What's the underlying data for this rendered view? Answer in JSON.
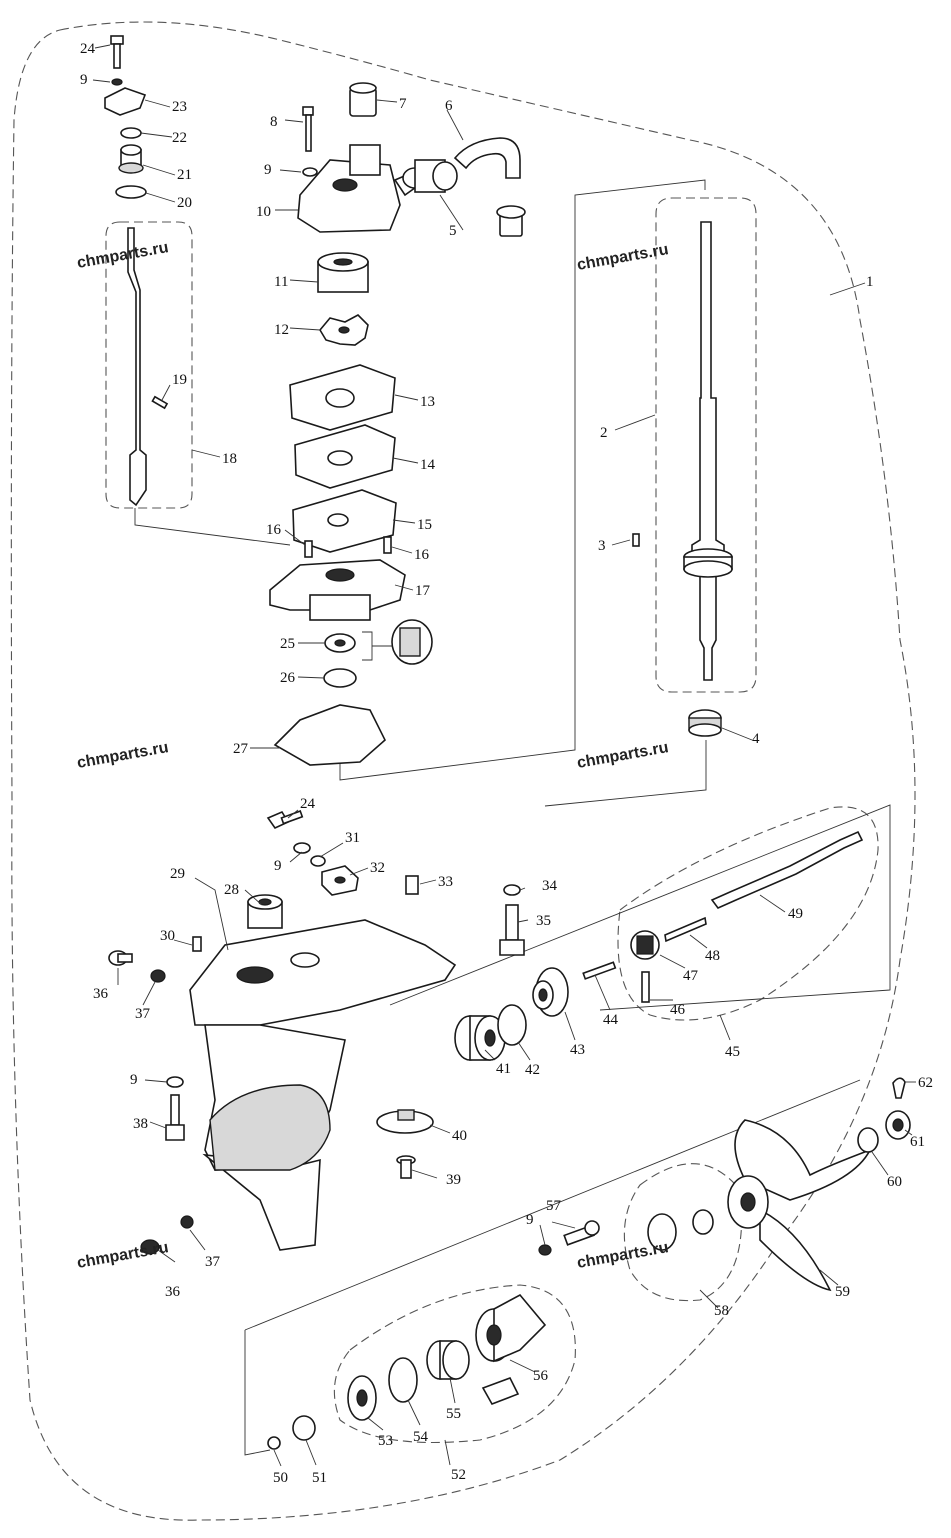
{
  "watermark": {
    "text": "chmparts.ru",
    "instances": [
      {
        "id": "wm-1"
      },
      {
        "id": "wm-2"
      },
      {
        "id": "wm-3"
      },
      {
        "id": "wm-4"
      },
      {
        "id": "wm-5"
      },
      {
        "id": "wm-6"
      }
    ]
  },
  "callouts": [
    {
      "id": "c1",
      "label": "1"
    },
    {
      "id": "c2",
      "label": "2"
    },
    {
      "id": "c3",
      "label": "3"
    },
    {
      "id": "c4",
      "label": "4"
    },
    {
      "id": "c5",
      "label": "5"
    },
    {
      "id": "c6",
      "label": "6"
    },
    {
      "id": "c7",
      "label": "7"
    },
    {
      "id": "c8",
      "label": "8"
    },
    {
      "id": "c9a",
      "label": "9"
    },
    {
      "id": "c9b",
      "label": "9"
    },
    {
      "id": "c9c",
      "label": "9"
    },
    {
      "id": "c9d",
      "label": "9"
    },
    {
      "id": "c9e",
      "label": "9"
    },
    {
      "id": "c10",
      "label": "10"
    },
    {
      "id": "c11",
      "label": "11"
    },
    {
      "id": "c12",
      "label": "12"
    },
    {
      "id": "c13",
      "label": "13"
    },
    {
      "id": "c14",
      "label": "14"
    },
    {
      "id": "c15",
      "label": "15"
    },
    {
      "id": "c16a",
      "label": "16"
    },
    {
      "id": "c16b",
      "label": "16"
    },
    {
      "id": "c17",
      "label": "17"
    },
    {
      "id": "c18",
      "label": "18"
    },
    {
      "id": "c19",
      "label": "19"
    },
    {
      "id": "c20",
      "label": "20"
    },
    {
      "id": "c21",
      "label": "21"
    },
    {
      "id": "c22",
      "label": "22"
    },
    {
      "id": "c23",
      "label": "23"
    },
    {
      "id": "c24a",
      "label": "24"
    },
    {
      "id": "c24b",
      "label": "24"
    },
    {
      "id": "c25",
      "label": "25"
    },
    {
      "id": "c26",
      "label": "26"
    },
    {
      "id": "c27",
      "label": "27"
    },
    {
      "id": "c28",
      "label": "28"
    },
    {
      "id": "c29",
      "label": "29"
    },
    {
      "id": "c30",
      "label": "30"
    },
    {
      "id": "c31",
      "label": "31"
    },
    {
      "id": "c32",
      "label": "32"
    },
    {
      "id": "c33",
      "label": "33"
    },
    {
      "id": "c34",
      "label": "34"
    },
    {
      "id": "c35",
      "label": "35"
    },
    {
      "id": "c36a",
      "label": "36"
    },
    {
      "id": "c36b",
      "label": "36"
    },
    {
      "id": "c37a",
      "label": "37"
    },
    {
      "id": "c37b",
      "label": "37"
    },
    {
      "id": "c38",
      "label": "38"
    },
    {
      "id": "c39",
      "label": "39"
    },
    {
      "id": "c40",
      "label": "40"
    },
    {
      "id": "c41",
      "label": "41"
    },
    {
      "id": "c42",
      "label": "42"
    },
    {
      "id": "c43",
      "label": "43"
    },
    {
      "id": "c44",
      "label": "44"
    },
    {
      "id": "c45",
      "label": "45"
    },
    {
      "id": "c46",
      "label": "46"
    },
    {
      "id": "c47",
      "label": "47"
    },
    {
      "id": "c48",
      "label": "48"
    },
    {
      "id": "c49",
      "label": "49"
    },
    {
      "id": "c50",
      "label": "50"
    },
    {
      "id": "c51",
      "label": "51"
    },
    {
      "id": "c52",
      "label": "52"
    },
    {
      "id": "c53",
      "label": "53"
    },
    {
      "id": "c54",
      "label": "54"
    },
    {
      "id": "c55",
      "label": "55"
    },
    {
      "id": "c56",
      "label": "56"
    },
    {
      "id": "c57",
      "label": "57"
    },
    {
      "id": "c58",
      "label": "58"
    },
    {
      "id": "c59",
      "label": "59"
    },
    {
      "id": "c60",
      "label": "60"
    },
    {
      "id": "c61",
      "label": "61"
    },
    {
      "id": "c62",
      "label": "62"
    }
  ]
}
